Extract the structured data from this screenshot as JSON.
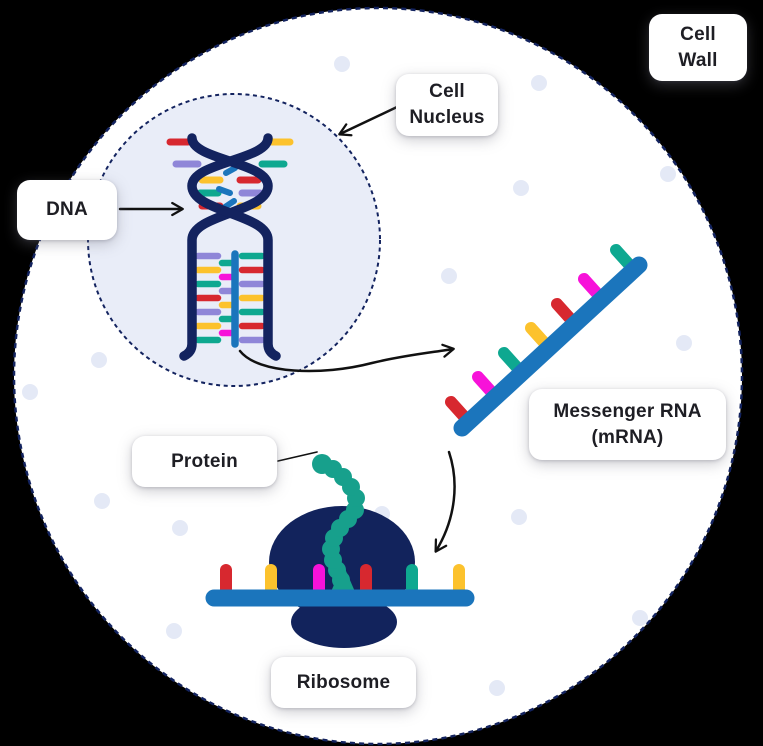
{
  "labels": {
    "cell_wall": {
      "line1": "Cell",
      "line2": "Wall"
    },
    "cell_nucleus": {
      "line1": "Cell",
      "line2": "Nucleus"
    },
    "dna": {
      "text": "DNA"
    },
    "messenger_rna": {
      "line1": "Messenger RNA",
      "line2": "(mRNA)"
    },
    "protein": {
      "text": "Protein"
    },
    "ribosome": {
      "text": "Ribosome"
    }
  },
  "palette": {
    "background": "#000000",
    "cell_fill": "#ffffff",
    "membrane_stroke": "#13235f",
    "nucleus_fill": "#e9edf8",
    "dna_strand_navy": "#13235f",
    "rna_blue": "#1b75bc",
    "ribosome_navy": "#12235c",
    "protein_teal": "#17a08c",
    "base_red": "#d7282f",
    "base_yellow": "#fcc22d",
    "base_magenta": "#f712d9",
    "base_teal": "#0ea890",
    "base_purple": "#8f86d8",
    "background_dot": "#e4e9f6",
    "label_background": "#ffffff",
    "label_text": "#1e1e24",
    "arrow": "#111111"
  }
}
